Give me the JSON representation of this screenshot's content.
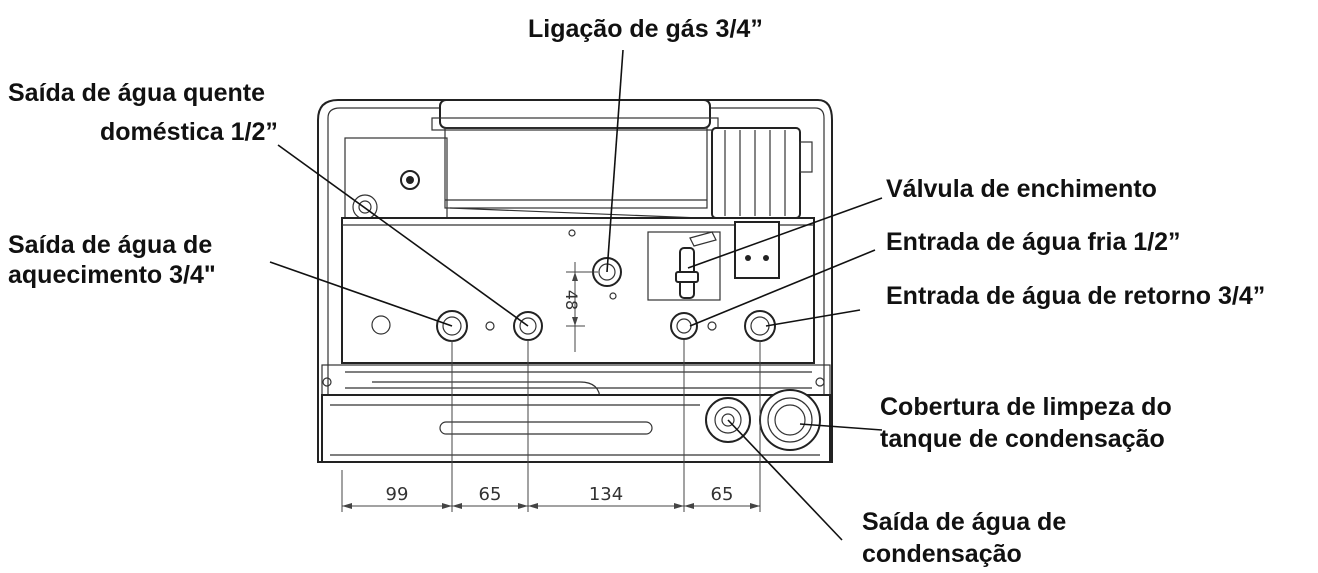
{
  "labels": {
    "gas_connection": "Ligação de gás 3/4”",
    "hot_water_line1": "Saída de água quente",
    "hot_water_line2": "doméstica 1/2”",
    "heating_out_line1": "Saída de água de",
    "heating_out_line2": "aquecimento 3/4\"",
    "fill_valve": "Válvula de enchimento",
    "cold_water_in": "Entrada de água fria 1/2”",
    "return_in": "Entrada de água de retorno 3/4”",
    "cleaning_cover_line1": "Cobertura de limpeza do",
    "cleaning_cover_line2": "tanque de condensação",
    "condensate_out_line1": "Saída de água de",
    "condensate_out_line2": "condensação"
  },
  "dimensions": {
    "d1": "99",
    "d2": "65",
    "d3": "134",
    "d4": "65",
    "vertical": "48"
  }
}
